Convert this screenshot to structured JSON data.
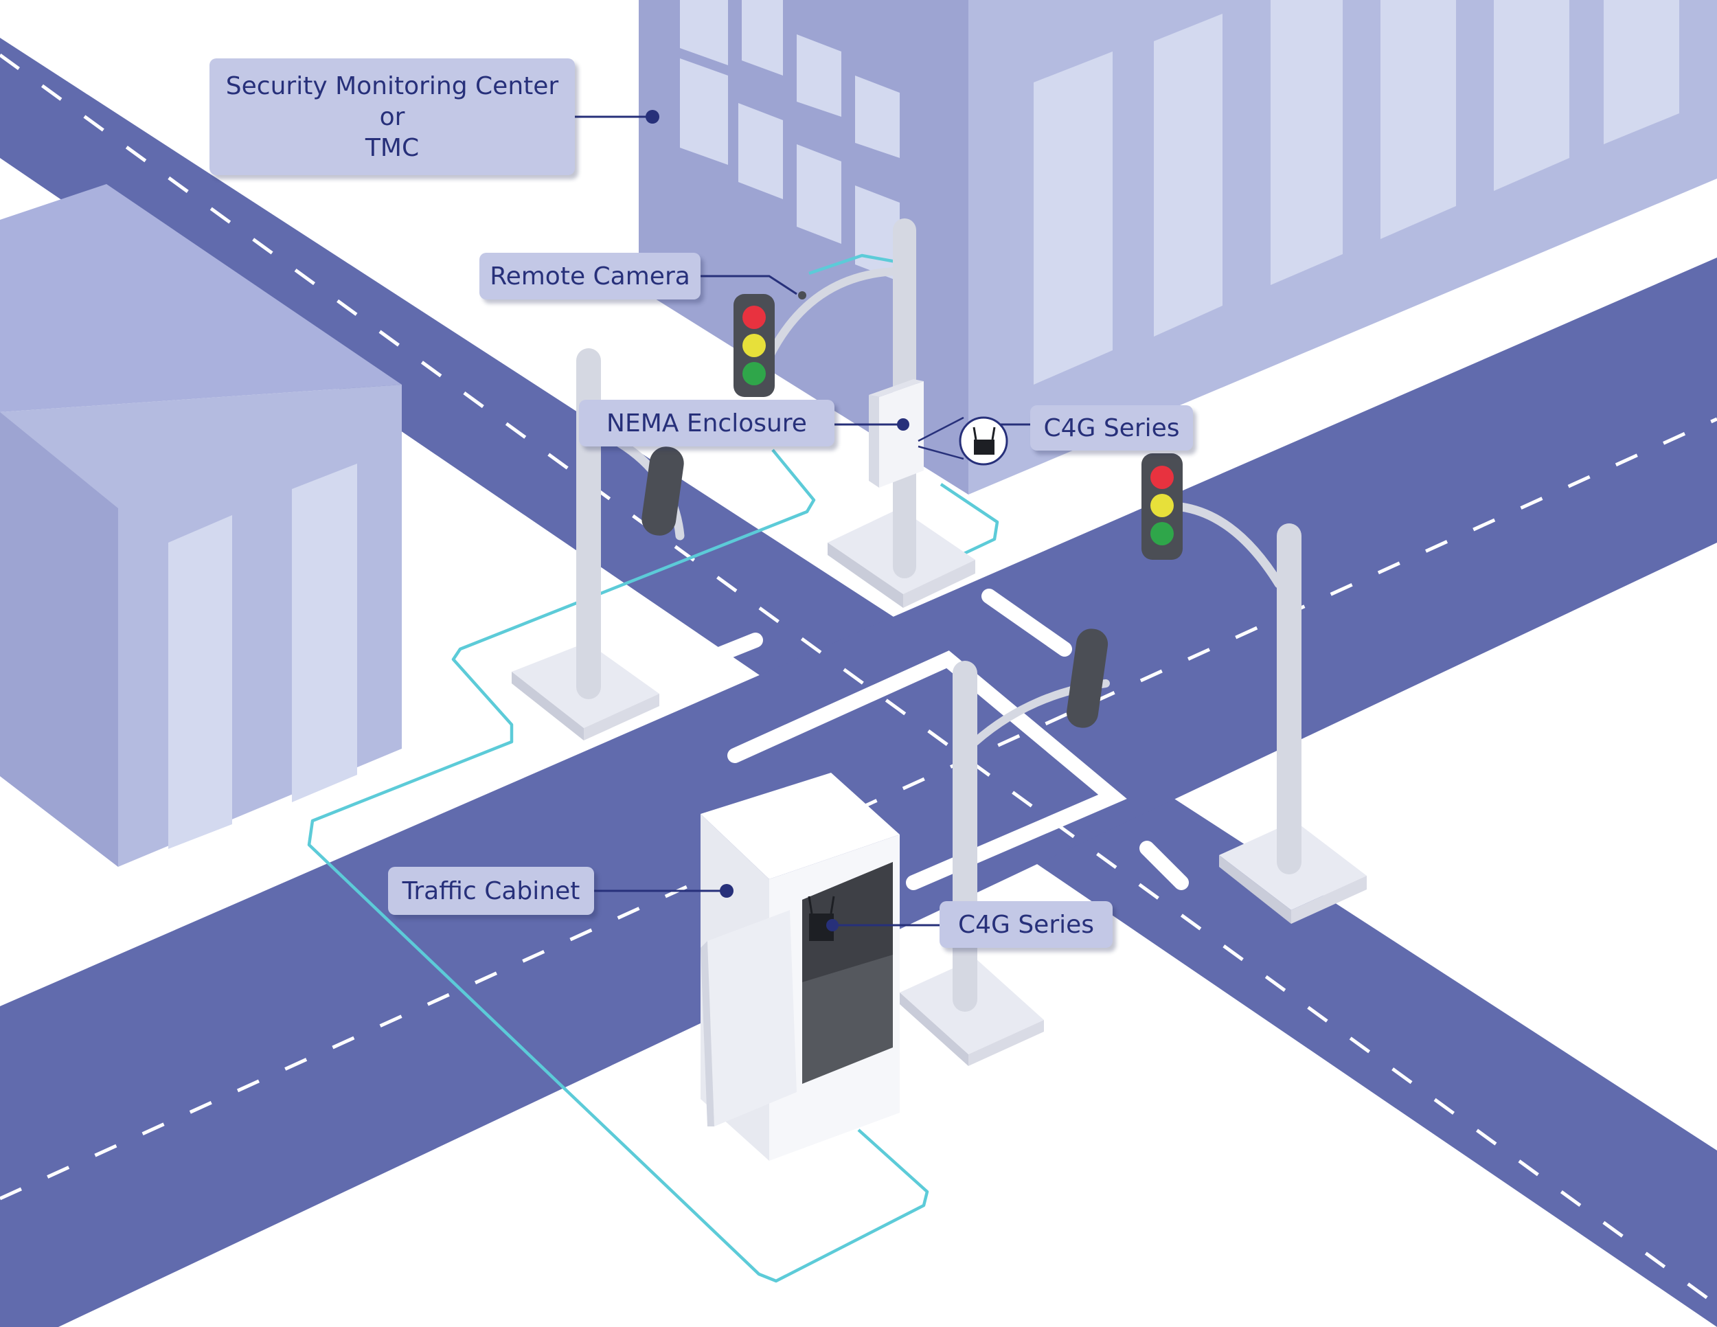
{
  "diagram": {
    "callouts": {
      "monitoring_center": {
        "lines": [
          "Security Monitoring Center",
          "or",
          "TMC"
        ]
      },
      "remote_camera": "Remote Camera",
      "nema_enclosure": "NEMA Enclosure",
      "c4g_pole": "C4G Series",
      "c4g_cabinet": "C4G Series",
      "traffic_cabinet": "Traffic Cabinet"
    },
    "colors": {
      "road": "#616bad",
      "lane_marking": "#ffffff",
      "building_light": "#b4bbe0",
      "building_dark": "#9da4d2",
      "window": "#d3d9ef",
      "pole": "#d5d8e2",
      "cable": "#5ccbd8",
      "callout_bg": "#c3c8e6",
      "callout_text": "#27307a",
      "leader_line": "#27307a",
      "signal_red": "#e8323f",
      "signal_yellow": "#e7e03a",
      "signal_green": "#2fa64a"
    }
  }
}
